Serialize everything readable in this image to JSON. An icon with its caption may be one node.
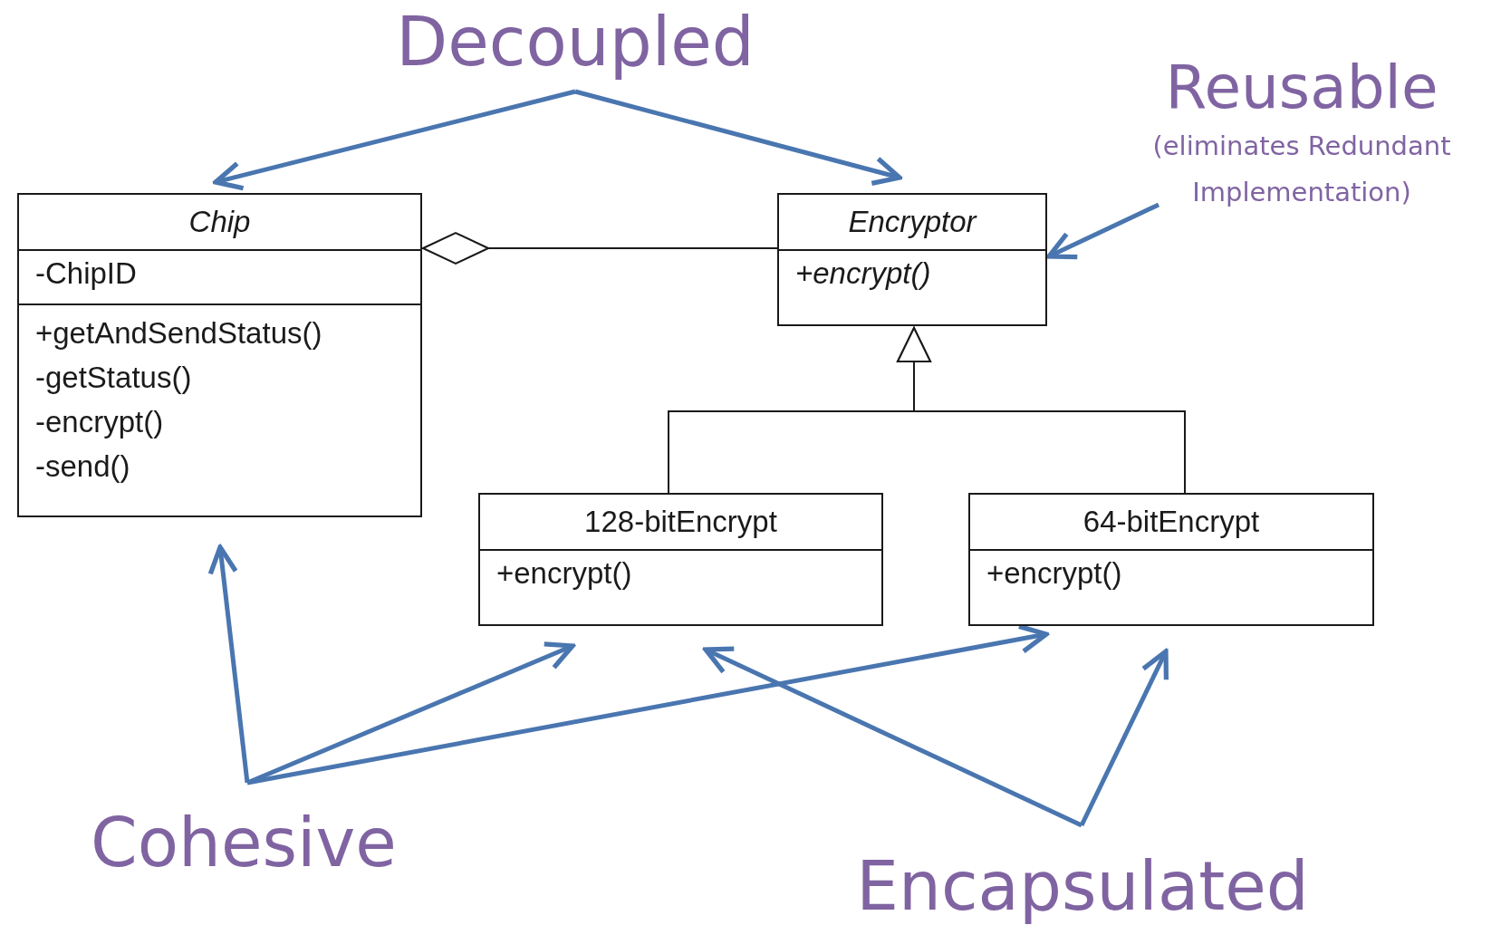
{
  "diagram": {
    "nodes": [
      {
        "text": [
          "Decoupled"
        ]
      },
      {
        "text": [
          "Chip",
          "-ChipID",
          "+getAndSendStatus()",
          "-getStatus()",
          "-encrypt()",
          "-send()"
        ]
      },
      {
        "text": [
          "Encryptor",
          "+encrypt()"
        ]
      },
      {
        "text": [
          "Reusable",
          "(eliminates Redundant Implementation)"
        ]
      },
      {
        "text": [
          "128-bitEncrypt",
          "+encrypt()"
        ]
      },
      {
        "text": [
          "64-bitEncrypt",
          "+encrypt()"
        ]
      },
      {
        "text": [
          "Cohesive"
        ]
      },
      {
        "text": [
          "Encapsulated"
        ]
      }
    ],
    "edges": [
      {
        "from": 0,
        "to": 1,
        "arrow": "to"
      },
      {
        "from": 0,
        "to": 2,
        "arrow": "to"
      },
      {
        "from": 1,
        "to": 2,
        "arrow": "other",
        "color": "#1a1a1a"
      },
      {
        "from": 4,
        "to": 2,
        "arrow": "to",
        "color": "#1a1a1a"
      },
      {
        "from": 5,
        "to": 2,
        "arrow": "to",
        "color": "#1a1a1a"
      },
      {
        "from": 3,
        "to": 2,
        "arrow": "to"
      },
      {
        "from": 6,
        "to": 1,
        "arrow": "to"
      },
      {
        "from": 6,
        "to": 4,
        "arrow": "to"
      },
      {
        "from": 6,
        "to": 5,
        "arrow": "to"
      },
      {
        "from": 7,
        "to": 4,
        "arrow": "to"
      },
      {
        "from": 7,
        "to": 5,
        "arrow": "to"
      }
    ]
  }
}
